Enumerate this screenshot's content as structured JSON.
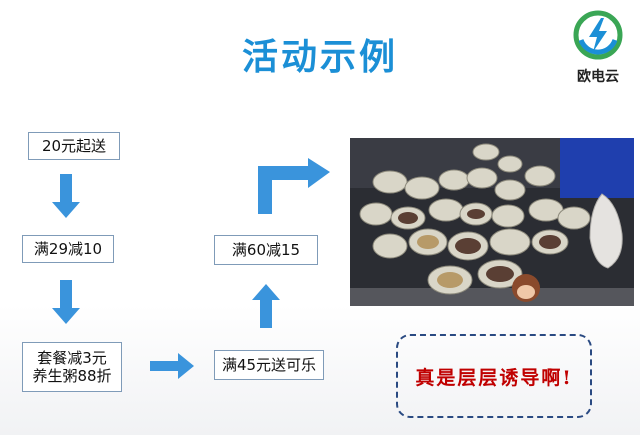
{
  "title": "活动示例",
  "logo": {
    "name": "欧电云",
    "icon": "lightning-circle-icon"
  },
  "flow": {
    "step1": "20元起送",
    "step2": "满29减10",
    "step3_line1": "套餐减3元",
    "step3_line2": "养生粥88折",
    "step4": "满45元送可乐",
    "step5": "满60减15"
  },
  "callout": "真是层层诱导啊!",
  "photo": {
    "icon": "takeout-porridge-containers-photo"
  },
  "colors": {
    "title": "#1b8fd6",
    "arrow": "#3a94dc",
    "callout_text": "#c00000",
    "callout_border": "#2a4a82"
  }
}
